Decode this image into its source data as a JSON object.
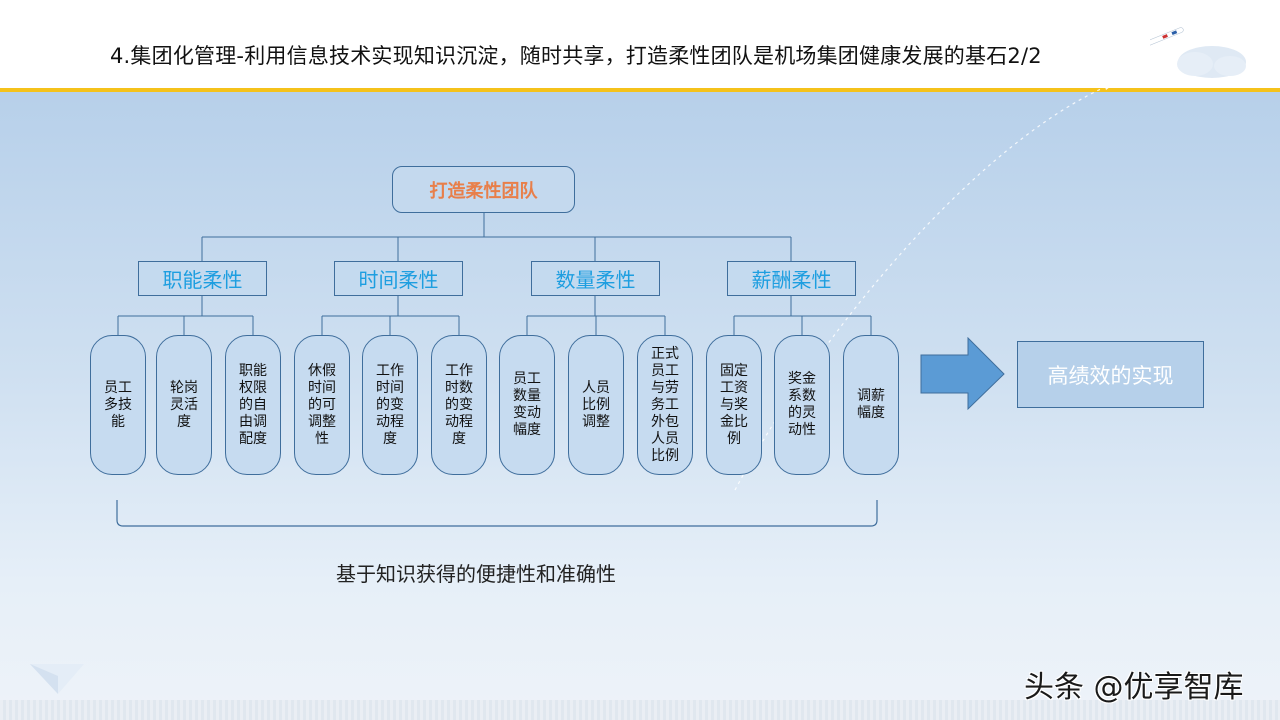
{
  "title": "4.集团化管理-利用信息技术实现知识沉淀，随时共享，打造柔性团队是机场集团健康发展的基石2/2",
  "diagram": {
    "root": "打造柔性团队",
    "categories": [
      {
        "label": "职能柔性",
        "items": [
          "员工多技能",
          "轮岗灵活度",
          "职能权限的自由调配度"
        ]
      },
      {
        "label": "时间柔性",
        "items": [
          "休假时间的可调整性",
          "工作时间的变动程度",
          "工作时数的变动程度"
        ]
      },
      {
        "label": "数量柔性",
        "items": [
          "员工数量变动幅度",
          "人员比例调整",
          "正式员工与劳务工外包人员比例"
        ]
      },
      {
        "label": "薪酬柔性",
        "items": [
          "固定工资与奖金比例",
          "奖金系数的灵动性",
          "调薪幅度"
        ]
      }
    ],
    "result": "高绩效的实现",
    "caption": "基于知识获得的便捷性和准确性"
  },
  "watermark": "头条 @优享智库",
  "colors": {
    "accent_line": "#f5c21b",
    "root_text": "#e87f4a",
    "category_text": "#1d9ee0",
    "connector": "#3f6e9c",
    "arrow": "#5b9bd5"
  }
}
